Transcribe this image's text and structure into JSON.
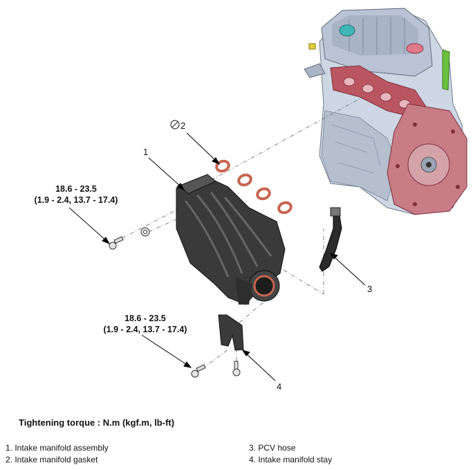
{
  "callouts": {
    "c1": "1",
    "c2": "2",
    "c3": "3",
    "c4": "4"
  },
  "torque_upper": {
    "nm": "18.6 - 23.5",
    "alt": "(1.9 - 2.4, 13.7 - 17.4)"
  },
  "torque_lower": {
    "nm": "18.6 - 23.5",
    "alt": "(1.9 - 2.4, 13.7 - 17.4)"
  },
  "legend": {
    "title": "Tightening torque : N.m (kgf.m, lb-ft)",
    "items": [
      "1. Intake manifold assembly",
      "2. Intake manifold gasket",
      "3. PCV hose",
      "4. Intake manifold stay"
    ]
  },
  "colors": {
    "engine_block": "#cdd6e3",
    "engine_shadow": "#97a3b8",
    "engine_red": "#b95662",
    "oil_cap": "#3fb6b5",
    "green_part": "#6cbf3c",
    "manifold": "#333333",
    "gasket": "#d5806b"
  },
  "icons": {
    "do_not_reuse": "no-reuse-icon"
  }
}
